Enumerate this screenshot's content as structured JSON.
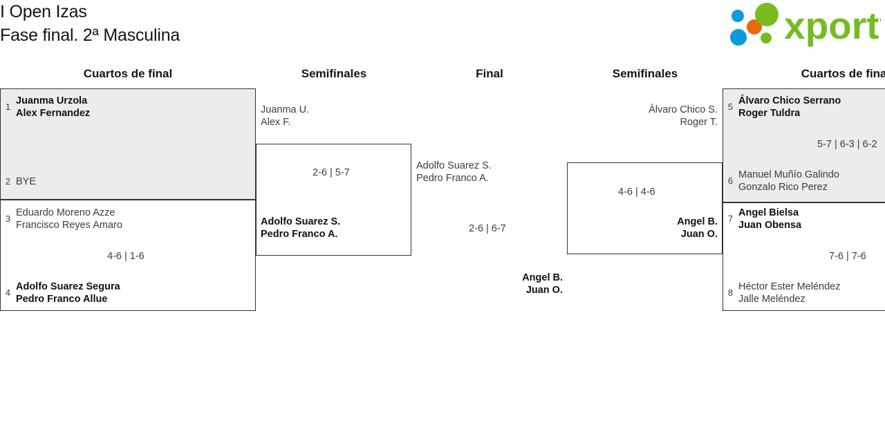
{
  "header": {
    "title_line1": "I Open Izas",
    "title_line2": "Fase final. 2ª Masculina",
    "logo_text": "xporty",
    "logo_colors": {
      "green": "#76bc21",
      "orange": "#e8690b",
      "blue": "#0b9ade"
    }
  },
  "rounds": [
    {
      "label": "Cuartos de final"
    },
    {
      "label": "Semifinales"
    },
    {
      "label": "Final"
    },
    {
      "label": "Semifinales"
    },
    {
      "label": "Cuartos de final"
    }
  ],
  "matches": {
    "qf1": {
      "top": {
        "seed": "1",
        "player1": "Juanma Urzola",
        "player2": "Alex Fernandez"
      },
      "bottom": {
        "seed": "2",
        "player1": "BYE",
        "player2": ""
      },
      "score": ""
    },
    "qf2": {
      "top": {
        "seed": "3",
        "player1": "Eduardo Moreno Azze",
        "player2": "Francisco Reyes Amaro"
      },
      "bottom": {
        "seed": "4",
        "player1": "Adolfo Suarez Segura",
        "player2": "Pedro Franco Allue"
      },
      "score": "4-6 | 1-6"
    },
    "qf3": {
      "top": {
        "seed": "5",
        "player1": "Álvaro Chico Serrano",
        "player2": "Roger Tuldra"
      },
      "bottom": {
        "seed": "6",
        "player1": "Manuel Muñío Galindo",
        "player2": "Gonzalo Rico Perez"
      },
      "score": "5-7 | 6-3 | 6-2"
    },
    "qf4": {
      "top": {
        "seed": "7",
        "player1": "Angel Bielsa",
        "player2": "Juan Obensa"
      },
      "bottom": {
        "seed": "8",
        "player1": "Héctor Ester Meléndez",
        "player2": "Jalle Meléndez"
      },
      "score": "7-6 | 7-6"
    },
    "sf_left": {
      "top": {
        "player1": "Juanma U.",
        "player2": "Alex F."
      },
      "bottom": {
        "player1": "Adolfo Suarez S.",
        "player2": "Pedro Franco A."
      },
      "score": "2-6 | 5-7"
    },
    "sf_right": {
      "top": {
        "player1": "Álvaro Chico S.",
        "player2": "Roger T."
      },
      "bottom": {
        "player1": "Angel B.",
        "player2": "Juan O."
      },
      "score": "4-6 | 4-6"
    },
    "final": {
      "left": {
        "player1": "Adolfo Suarez S.",
        "player2": "Pedro Franco A."
      },
      "right": {
        "player1": "Angel B.",
        "player2": "Juan O."
      },
      "score": "2-6 | 6-7"
    }
  }
}
